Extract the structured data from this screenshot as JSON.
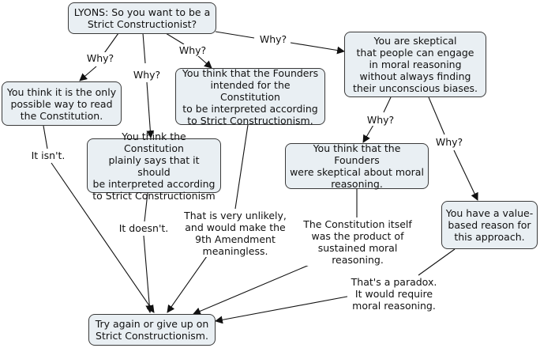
{
  "nodes": {
    "root": "LYONS: So you want to be a\nStrict Constructionist?",
    "only_way": "You think it is the only\npossible way to read\nthe Constitution.",
    "plainly_says": "You think the Constitution\nplainly says that it should\nbe interpreted according\nto Strict Constructionism",
    "founders_intended": "You think that the Founders\nintended for the Constitution\nto be interpreted according\nto Strict Constructionism.",
    "skeptical": "You are skeptical\nthat people can engage\nin moral reasoning\nwithout always finding\ntheir unconscious biases.",
    "founders_skeptical": "You think that the Founders\nwere skeptical about moral\nreasoning.",
    "value_based": "You have a value-\nbased reason for\nthis approach.",
    "try_again": "Try again or give up on\nStrict Constructionism."
  },
  "labels": {
    "why_1": "Why?",
    "why_2": "Why?",
    "why_3": "Why?",
    "why_4": "Why?",
    "why_5": "Why?",
    "why_6": "Why?",
    "it_isnt": "It isn't.",
    "it_doesnt": "It doesn't.",
    "very_unlikely": "That is very unlikely,\nand would make the\n9th Amendment\nmeaningless.",
    "constitution_product": "The Constitution itself\nwas the product of\nsustained moral reasoning.",
    "paradox": "That's a paradox.\nIt would require\nmoral reasoning."
  }
}
